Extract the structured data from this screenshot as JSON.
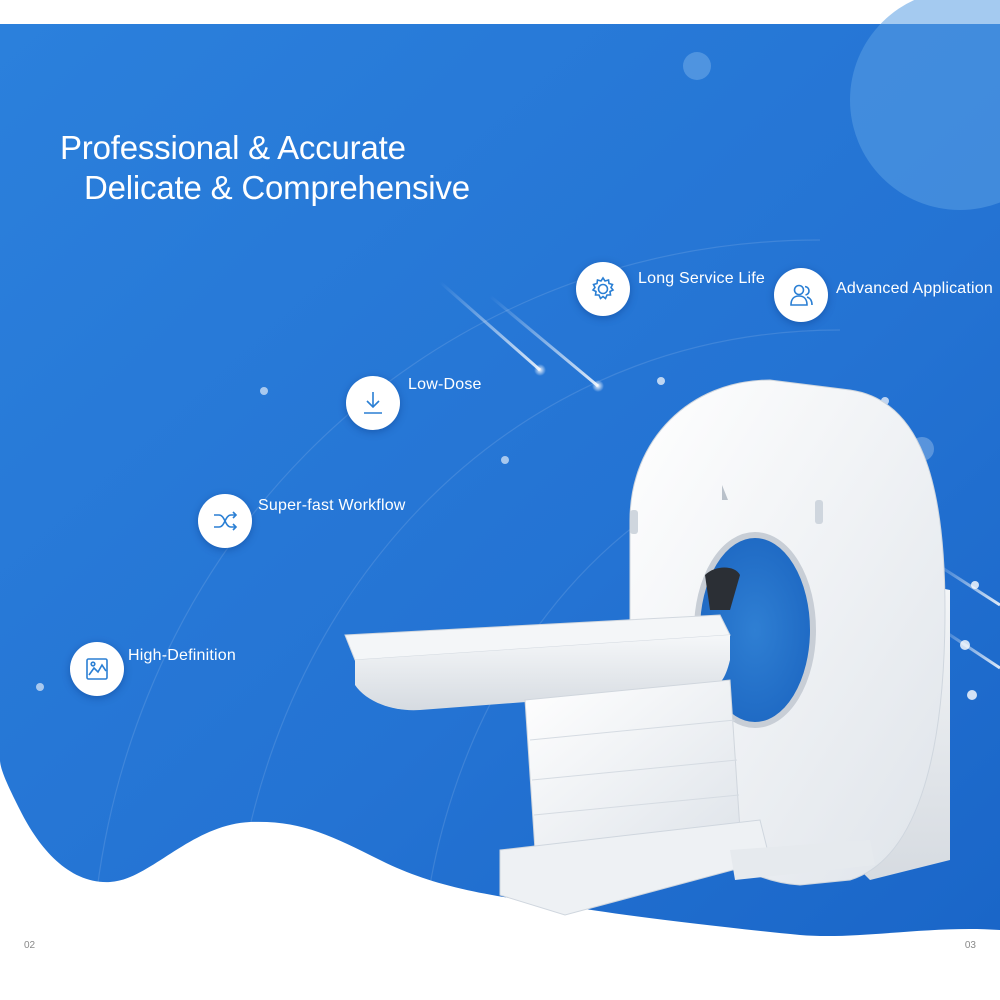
{
  "headline": {
    "line1": "Professional & Accurate",
    "line2": "Delicate & Comprehensive"
  },
  "features": [
    {
      "label": "Long Service Life",
      "icon": "gear-icon"
    },
    {
      "label": "Advanced Application",
      "icon": "users-icon"
    },
    {
      "label": "Low-Dose",
      "icon": "download-icon"
    },
    {
      "label": "Super-fast Workflow",
      "icon": "shuffle-icon"
    },
    {
      "label": "High-Definition",
      "icon": "image-icon"
    }
  ],
  "page_numbers": {
    "left": "02",
    "right": "03"
  },
  "colors": {
    "background_blue": "#2a7ad6",
    "background_blue_dark": "#1763c2",
    "icon_blue": "#2a7fd4",
    "text": "#ffffff"
  }
}
